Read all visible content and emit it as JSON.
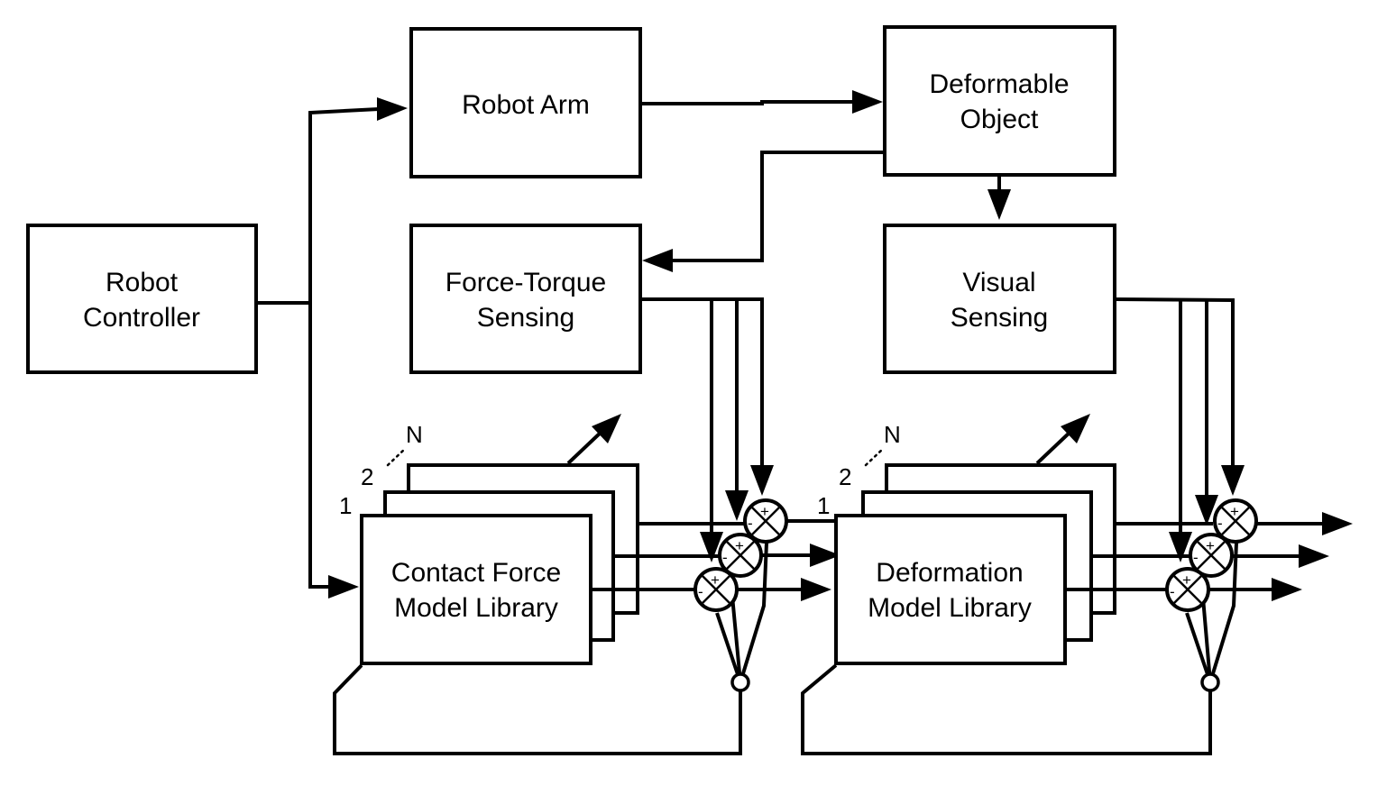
{
  "blocks": {
    "robot_controller": [
      "Robot",
      "Controller"
    ],
    "robot_arm": [
      "Robot Arm"
    ],
    "deformable_object": [
      "Deformable",
      "Object"
    ],
    "force_torque_sensing": [
      "Force-Torque",
      "Sensing"
    ],
    "visual_sensing": [
      "Visual",
      "Sensing"
    ],
    "contact_force_library": [
      "Contact Force",
      "Model Library"
    ],
    "deformation_library": [
      "Deformation",
      "Model Library"
    ]
  },
  "stack_labels": {
    "first": "1",
    "second": "2",
    "last": "N"
  },
  "signs": {
    "plus": "+",
    "minus": "-"
  }
}
